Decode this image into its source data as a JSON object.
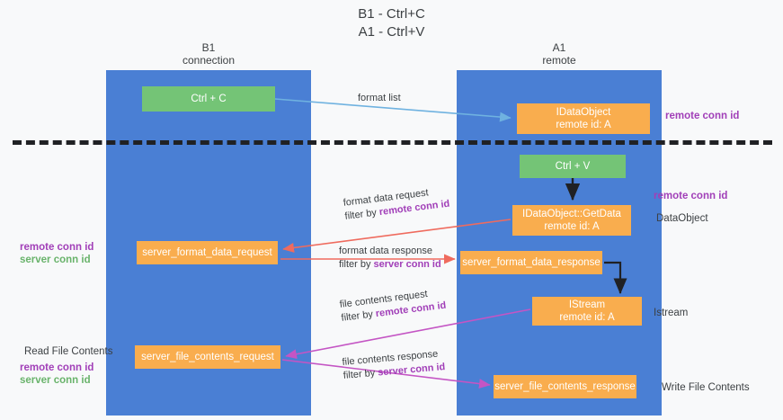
{
  "title": {
    "line1": "B1 - Ctrl+C",
    "line2": "A1 - Ctrl+V"
  },
  "columns": {
    "left": {
      "name": "B1",
      "role": "connection"
    },
    "right": {
      "name": "A1",
      "role": "remote"
    }
  },
  "boxes": {
    "ctrl_c": {
      "label": "Ctrl + C",
      "color": "#74c476"
    },
    "idataobject": {
      "label": "IDataObject",
      "sublabel": "remote id: A",
      "color": "#f9ad4e"
    },
    "ctrl_v": {
      "label": "Ctrl + V",
      "color": "#74c476"
    },
    "getdata": {
      "label": "IDataObject::GetData",
      "sublabel": "remote id: A",
      "color": "#f9ad4e"
    },
    "server_format_data_request": {
      "label": "server_format_data_request",
      "color": "#f9ad4e"
    },
    "server_format_data_response": {
      "label": "server_format_data_response",
      "color": "#f9ad4e"
    },
    "istream": {
      "label": "IStream",
      "sublabel": "remote id: A",
      "color": "#f9ad4e"
    },
    "server_file_contents_request": {
      "label": "server_file_contents_request",
      "color": "#f9ad4e"
    },
    "server_file_contents_response": {
      "label": "server_file_contents_response",
      "color": "#f9ad4e"
    }
  },
  "flows": {
    "format_list": {
      "text": "format list"
    },
    "format_data_request": {
      "text": "format data request",
      "filter_prefix": "filter by ",
      "filter_key": "remote conn id"
    },
    "format_data_response": {
      "text": "format data response",
      "filter_prefix": "filter by ",
      "filter_key": "server conn id"
    },
    "file_contents_request": {
      "text": "file contents request",
      "filter_prefix": "filter by ",
      "filter_key": "remote conn id"
    },
    "file_contents_response": {
      "text": "file contents response",
      "filter_prefix": "filter by ",
      "filter_key": "server conn id"
    }
  },
  "annotations": {
    "remote_conn_id_top": "remote conn id",
    "remote_conn_id_mid": "remote conn id",
    "dataobject": "DataObject",
    "istream": "Istream",
    "write_file_contents": "Write File Contents",
    "read_file_contents": "Read File Contents",
    "left_remote_conn_id_1": "remote conn id",
    "left_server_conn_id_1": "server conn id",
    "left_remote_conn_id_2": "remote conn id",
    "left_server_conn_id_2": "server conn id"
  },
  "colors": {
    "lane": "#4a7fd4",
    "green_box": "#74c476",
    "orange_box": "#f9ad4e",
    "purple_text": "#a13fb8",
    "green_text": "#69b36b",
    "arrow_blue": "#6fb2e0",
    "arrow_red": "#ef6b5e",
    "arrow_magenta": "#c council",
    "arrow_black": "#202124",
    "divider": "#202124",
    "background": "#f8f9fa"
  }
}
